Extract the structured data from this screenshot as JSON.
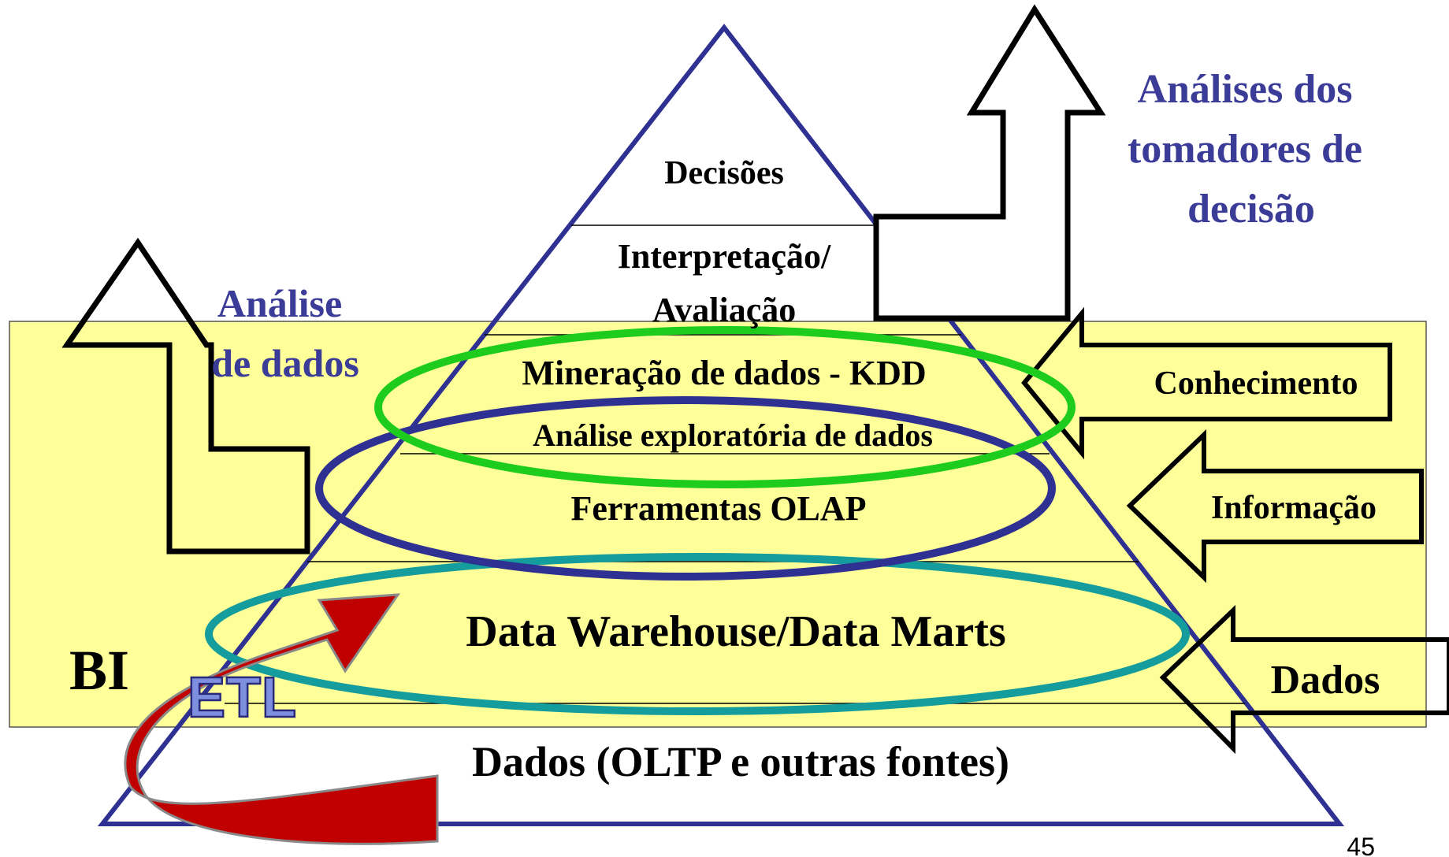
{
  "colors": {
    "bi_fill": "#FFFF99",
    "pyramid_stroke": "#2E3192",
    "blue_text": "#3B3B98",
    "green_ring": "#1ECC1E",
    "navy_ring": "#2E3192",
    "teal_ring": "#159C9C",
    "etl_arrow": "#C00000",
    "etl_text": "#7E8FE0"
  },
  "pyramid": {
    "levels": [
      "Decisões",
      "Interpretação/",
      "Avaliação",
      "Mineração de dados - KDD",
      "Análise exploratória de dados",
      "Ferramentas OLAP",
      "Data Warehouse/Data Marts",
      "Dados (OLTP e outras fontes)"
    ]
  },
  "left": {
    "analise_line1": "Análise",
    "analise_line2": "de dados",
    "bi_label": "BI",
    "etl_label": "ETL"
  },
  "top_right": {
    "line1": "Análises dos",
    "line2": "tomadores de",
    "line3": "decisão"
  },
  "right_arrows": {
    "conhecimento": "Conhecimento",
    "informacao": "Informação",
    "dados": "Dados"
  },
  "page_number": "45",
  "icons": {
    "up_arrow_left": "up-arrow-icon",
    "up_arrow_right": "up-arrow-icon",
    "left_arrows": "left-arrow-icon",
    "etl_arrow": "curved-arrow-icon"
  }
}
